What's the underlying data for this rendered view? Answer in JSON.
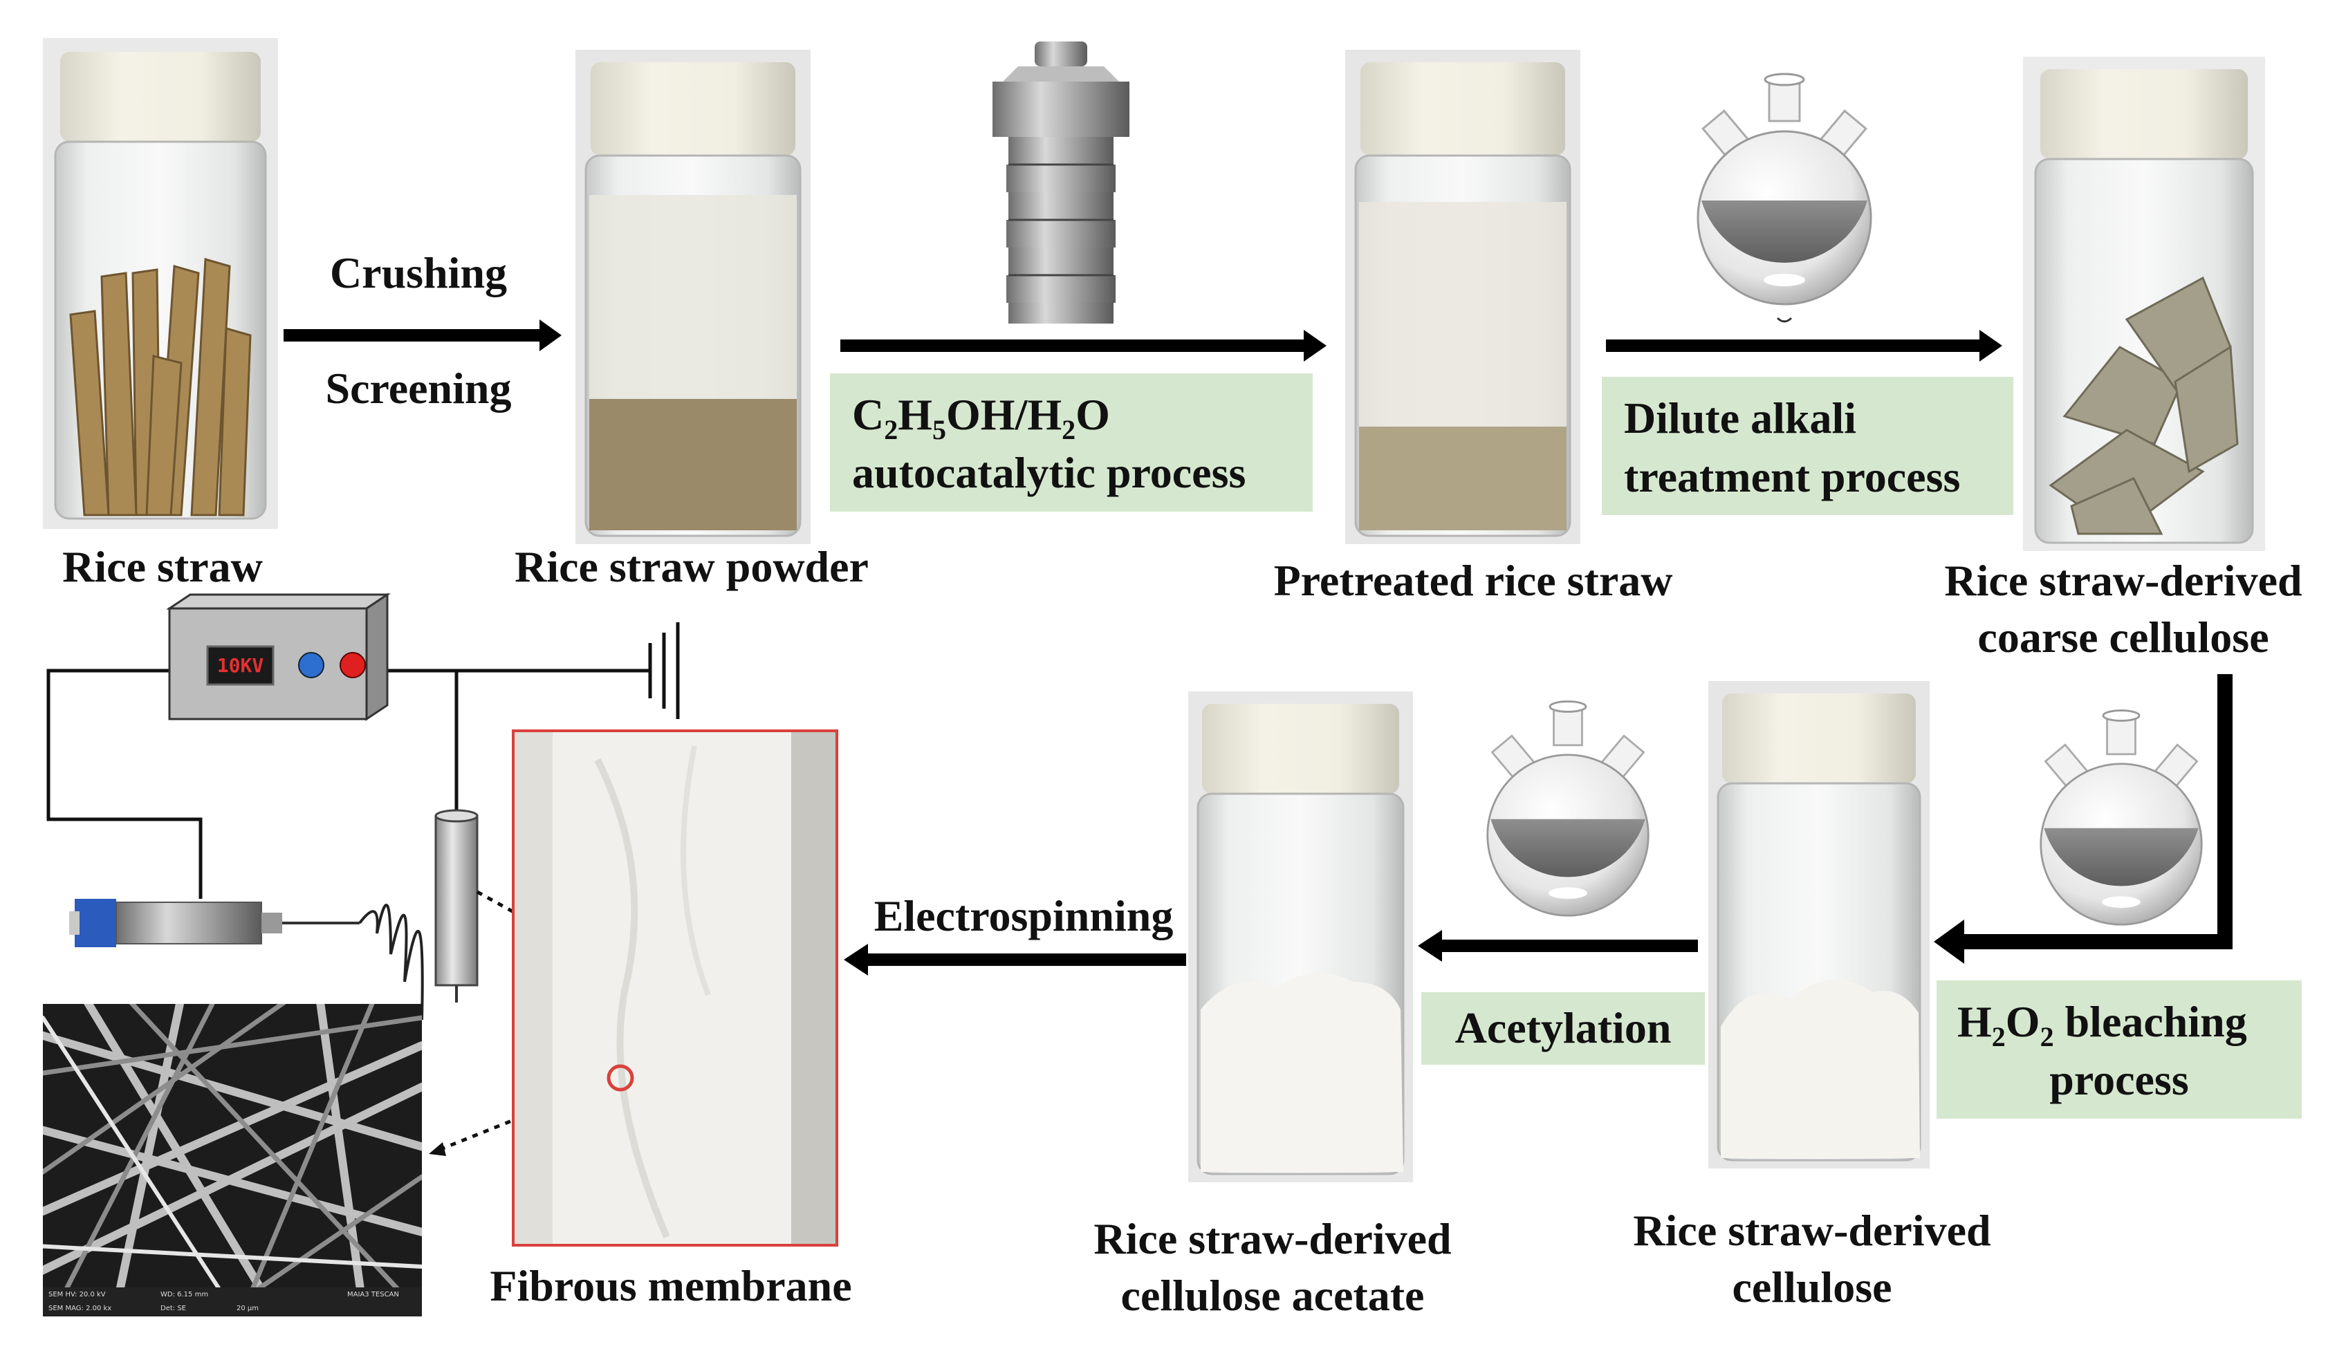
{
  "labels": {
    "rice_straw": "Rice straw",
    "rice_straw_powder": "Rice straw powder",
    "pretreated": "Pretreated rice straw",
    "coarse_line1": "Rice straw-derived",
    "coarse_line2": "coarse cellulose",
    "cellulose_line1": "Rice straw-derived",
    "cellulose_line2": "cellulose",
    "acetate_line1": "Rice straw-derived",
    "acetate_line2": "cellulose acetate",
    "membrane": "Fibrous membrane"
  },
  "steps": {
    "crushing": "Crushing",
    "screening": "Screening",
    "autocatalytic_line1_parts": [
      "C",
      "2",
      "H",
      "5",
      "OH/H",
      "2",
      "O"
    ],
    "autocatalytic_line2": "autocatalytic process",
    "alkali_line1": "Dilute alkali",
    "alkali_line2": "treatment process",
    "bleach_line1_parts": [
      "H",
      "2",
      "O",
      "2",
      " bleaching"
    ],
    "bleach_line2": "process",
    "acetylation": "Acetylation",
    "electrospinning": "Electrospinning"
  },
  "apparatus": {
    "voltage_display": "10KV"
  },
  "sem_footer": {
    "row1": [
      "SEM HV: 20.0 kV",
      "WD: 6.15 mm",
      "",
      "MAIA3 TESCAN"
    ],
    "row2": [
      "SEM MAG: 2.00 kx",
      "Det: SE",
      "20 μm",
      ""
    ]
  },
  "colors": {
    "step_box": "#d5e8cf",
    "arrow": "#000000",
    "membrane_border": "#d9413c",
    "knob_red": "#e02020",
    "knob_blue": "#2d6fd0"
  }
}
